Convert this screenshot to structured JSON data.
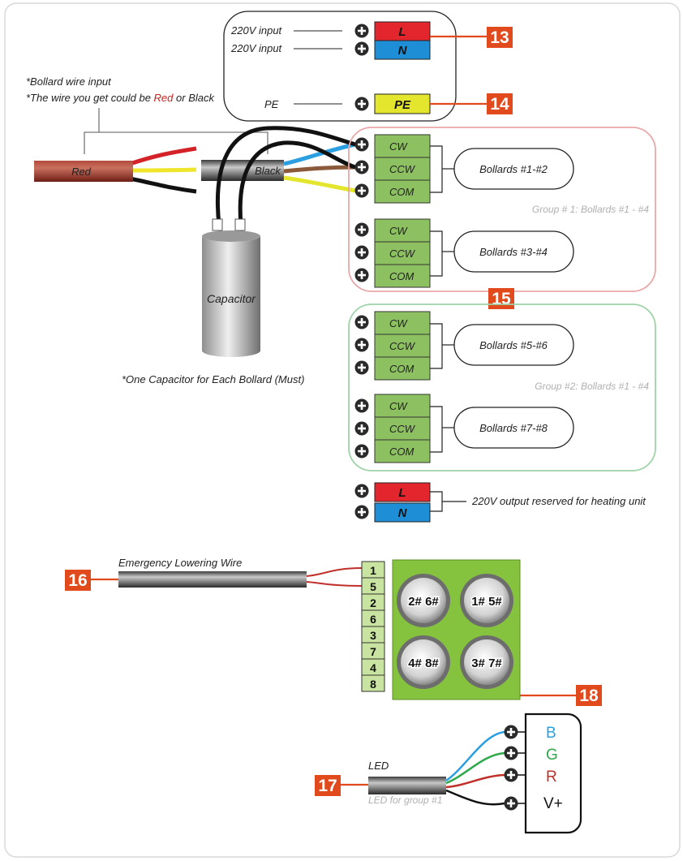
{
  "power": {
    "l_input_label": "220V input",
    "n_input_label": "220V input",
    "pe_label": "PE",
    "terminal_l": "L",
    "terminal_n": "N",
    "terminal_pe": "PE",
    "badge_l": "13",
    "badge_pe": "14"
  },
  "wire_note": {
    "line1": "*Bollard wire input",
    "line2_prefix": "*The wire you get could be ",
    "line2_red": "Red",
    "line2_suffix": " or Black",
    "cable_red": "Red",
    "cable_black": "Black"
  },
  "capacitor": {
    "label": "Capacitor",
    "note": "*One Capacitor for Each Bollard (Must)"
  },
  "terminals": {
    "cw": "CW",
    "ccw": "CCW",
    "com": "COM"
  },
  "group1": {
    "caption": "Group # 1: Bollards #1 - #4",
    "bollard_a": "Bollards  #1-#2",
    "bollard_b": "Bollards  #3-#4",
    "badge": "15"
  },
  "group2": {
    "caption": "Group #2: Bollards #1 - #4",
    "bollard_a": "Bollards  #5-#6",
    "bollard_b": "Bollards  #7-#8"
  },
  "heating": {
    "terminal_l": "L",
    "terminal_n": "N",
    "label": "220V output reserved for heating unit"
  },
  "emergency": {
    "label": "Emergency Lowering Wire",
    "badge": "16",
    "pins": [
      "1",
      "5",
      "2",
      "6",
      "3",
      "7",
      "4",
      "8"
    ],
    "buttons": [
      "2# 6#",
      "1# 5#",
      "4# 8#",
      "3# 7#"
    ],
    "board_badge": "18"
  },
  "led": {
    "label": "LED",
    "sublabel": "LED for group #1",
    "badge": "17",
    "pins": [
      "B",
      "G",
      "R",
      "V+"
    ]
  },
  "colors": {
    "red": "#e3262e",
    "blue": "#1e8fd6",
    "yellow": "#e4e62e",
    "green_terminal": "#8cc060",
    "board_green": "#85c23d",
    "badge": "#e04a1c"
  }
}
